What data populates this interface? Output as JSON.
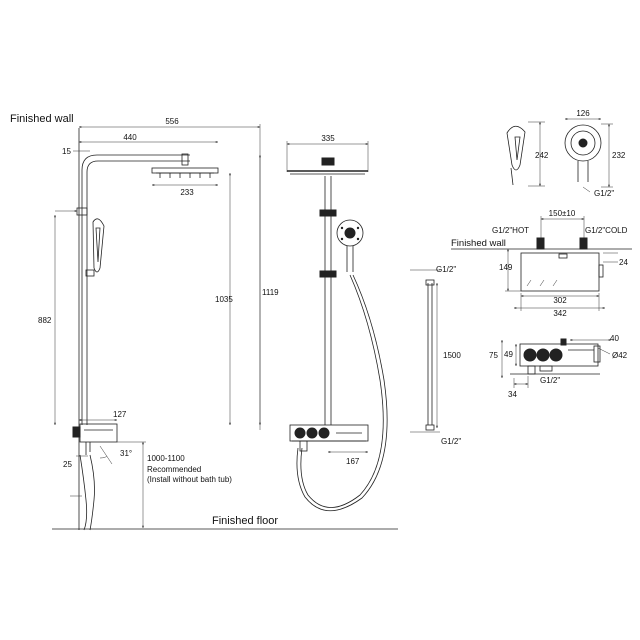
{
  "labels": {
    "finished_wall": "Finished wall",
    "finished_wall_2": "Finished wall",
    "finished_floor": "Finished floor",
    "recommended_height": "1000-1100",
    "recommended": "Recommended",
    "install_note": "(Install without bath tub)"
  },
  "side_view": {
    "width_556": "556",
    "width_440": "440",
    "offset_15": "15",
    "head_233": "233",
    "height_882": "882",
    "height_1035": "1035",
    "height_1119": "1119",
    "shelf_127": "127",
    "valve_25": "25",
    "angle_31": "31°"
  },
  "front_view": {
    "head_335": "335",
    "valve_167": "167"
  },
  "hand_shower": {
    "side_242": "242",
    "front_126": "126",
    "front_232": "232",
    "thread": "G1/2\""
  },
  "hose": {
    "top_thread": "G1/2\"",
    "length": "1500",
    "bottom_thread": "G1/2\""
  },
  "valve_top": {
    "hot": "G1/2\"HOT",
    "cold": "G1/2\"COLD",
    "spacing": "150±10",
    "height_149": "149",
    "depth_24": "24",
    "inner_302": "302",
    "outer_342": "342"
  },
  "valve_side": {
    "d40": "40",
    "phi42": "Ø42",
    "h75": "75",
    "h49": "49",
    "thread": "G1/2\"",
    "b34": "34"
  }
}
